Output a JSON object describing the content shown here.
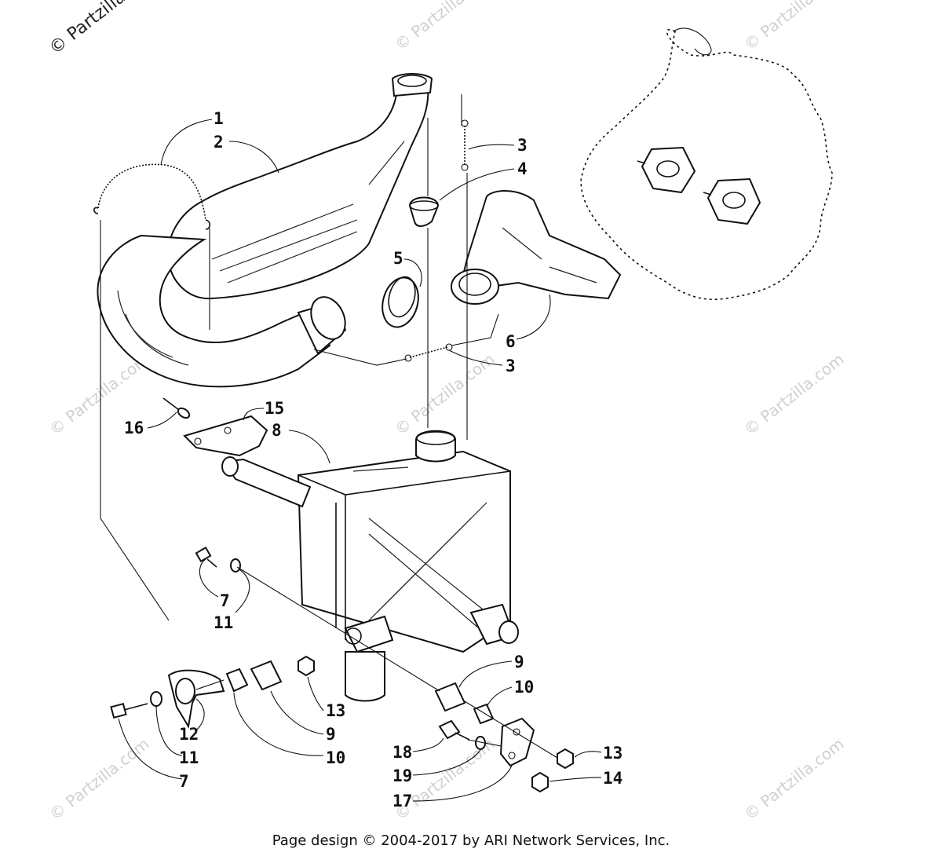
{
  "watermark": {
    "corner_text": "© Partzilla",
    "repeat_text": "© Partzilla.com"
  },
  "callouts": {
    "c1": "1",
    "c2": "2",
    "c3a": "3",
    "c4": "4",
    "c5": "5",
    "c6": "6",
    "c3b": "3",
    "c15": "15",
    "c16": "16",
    "c8": "8",
    "c7a": "7",
    "c11a": "11",
    "c9a": "9",
    "c10a": "10",
    "c12": "12",
    "c13a": "13",
    "c9b": "9",
    "c10b": "10",
    "c11b": "11",
    "c7b": "7",
    "c18": "18",
    "c19": "19",
    "c17": "17",
    "c13b": "13",
    "c14": "14"
  },
  "footer": "Page design © 2004-2017 by ARI Network Services, Inc."
}
